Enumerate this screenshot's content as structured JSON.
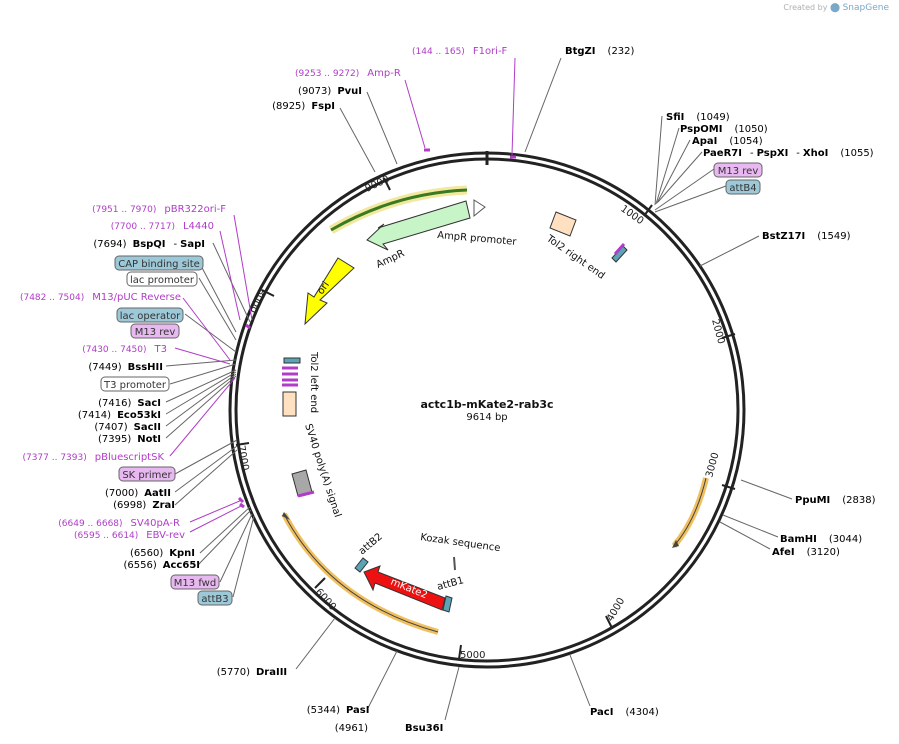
{
  "watermark": {
    "prefix": "Created by",
    "brand": "SnapGene"
  },
  "plasmid": {
    "name": "actc1b-mKate2-rab3c",
    "length_label": "9614 bp",
    "length_bp": 9614
  },
  "ticks": [
    "1000",
    "2000",
    "3000",
    "4000",
    "5000",
    "6000",
    "7000",
    "8000",
    "9000"
  ],
  "sites_right": [
    {
      "name": "BtgZI",
      "pos": "(232)"
    },
    {
      "name": "SfiI",
      "pos": "(1049)"
    },
    {
      "name": "PspOMI",
      "pos": "(1050)"
    },
    {
      "name": "ApaI",
      "pos": "(1054)"
    },
    {
      "name": "PaeR7I",
      "pos": ""
    },
    {
      "name": "PspXI",
      "pos": ""
    },
    {
      "name": "XhoI",
      "pos": "(1055)"
    },
    {
      "name": "BstZ17I",
      "pos": "(1549)"
    },
    {
      "name": "PpuMI",
      "pos": "(2838)"
    },
    {
      "name": "BamHI",
      "pos": "(3044)"
    },
    {
      "name": "AfeI",
      "pos": "(3120)"
    },
    {
      "name": "PacI",
      "pos": "(4304)"
    },
    {
      "name": "Bsu36I",
      "pos": "(4961)"
    },
    {
      "name": "PasI",
      "pos": "(5344)"
    },
    {
      "name": "DraIII",
      "pos": "(5770)"
    }
  ],
  "sites_left": [
    {
      "name": "PvuI",
      "pos": "(9073)"
    },
    {
      "name": "FspI",
      "pos": "(8925)"
    },
    {
      "name": "BspQI",
      "pos": "(7694)"
    },
    {
      "name": "SapI",
      "pos": ""
    },
    {
      "name": "BssHII",
      "pos": "(7449)"
    },
    {
      "name": "SacI",
      "pos": "(7416)"
    },
    {
      "name": "Eco53kI",
      "pos": "(7414)"
    },
    {
      "name": "SacII",
      "pos": "(7407)"
    },
    {
      "name": "NotI",
      "pos": "(7395)"
    },
    {
      "name": "AatII",
      "pos": "(7000)"
    },
    {
      "name": "ZraI",
      "pos": "(6998)"
    },
    {
      "name": "KpnI",
      "pos": "(6560)"
    },
    {
      "name": "Acc65I",
      "pos": "(6556)"
    }
  ],
  "primers": [
    {
      "name": "F1ori-F",
      "range": "(144 .. 165)"
    },
    {
      "name": "Amp-R",
      "range": "(9253 .. 9272)"
    },
    {
      "name": "pBR322ori-F",
      "range": "(7951 .. 7970)"
    },
    {
      "name": "L4440",
      "range": "(7700 .. 7717)"
    },
    {
      "name": "M13/pUC Reverse",
      "range": "(7482 .. 7504)"
    },
    {
      "name": "T3",
      "range": "(7430 .. 7450)"
    },
    {
      "name": "pBluescriptSK",
      "range": "(7377 .. 7393)"
    },
    {
      "name": "SV40pA-R",
      "range": "(6649 .. 6668)"
    },
    {
      "name": "EBV-rev",
      "range": "(6595 .. 6614)"
    }
  ],
  "boxed_labels": [
    {
      "text": "M13 rev",
      "kind": "primer"
    },
    {
      "text": "attB4",
      "kind": "misc"
    },
    {
      "text": "CAP binding site",
      "kind": "misc"
    },
    {
      "text": "lac promoter",
      "kind": "promoter"
    },
    {
      "text": "lac operator",
      "kind": "misc"
    },
    {
      "text": "M13 rev",
      "kind": "primer"
    },
    {
      "text": "T3 promoter",
      "kind": "promoter"
    },
    {
      "text": "SK primer",
      "kind": "primer"
    },
    {
      "text": "M13 fwd",
      "kind": "primer"
    },
    {
      "text": "attB3",
      "kind": "misc"
    }
  ],
  "features": [
    {
      "label": "AmpR promoter"
    },
    {
      "label": "AmpR"
    },
    {
      "label": "ori"
    },
    {
      "label": "Tol2 right end"
    },
    {
      "label": "Tol2 left end"
    },
    {
      "label": "SV40 poly(A) signal"
    },
    {
      "label": "Kozak sequence"
    },
    {
      "label": "attB2"
    },
    {
      "label": "mKate2"
    },
    {
      "label": "attB1"
    }
  ],
  "colors": {
    "backbone": "#222222",
    "primer": "#b03cc8",
    "primer_box": "#e8b8f0",
    "misc_box": "#9cc8d8",
    "ampr": "#c8f5c8",
    "ori": "#ffff00",
    "tol2": "#ffe0c0",
    "mkate2": "#ee1111",
    "highlight": "#f0c060"
  }
}
